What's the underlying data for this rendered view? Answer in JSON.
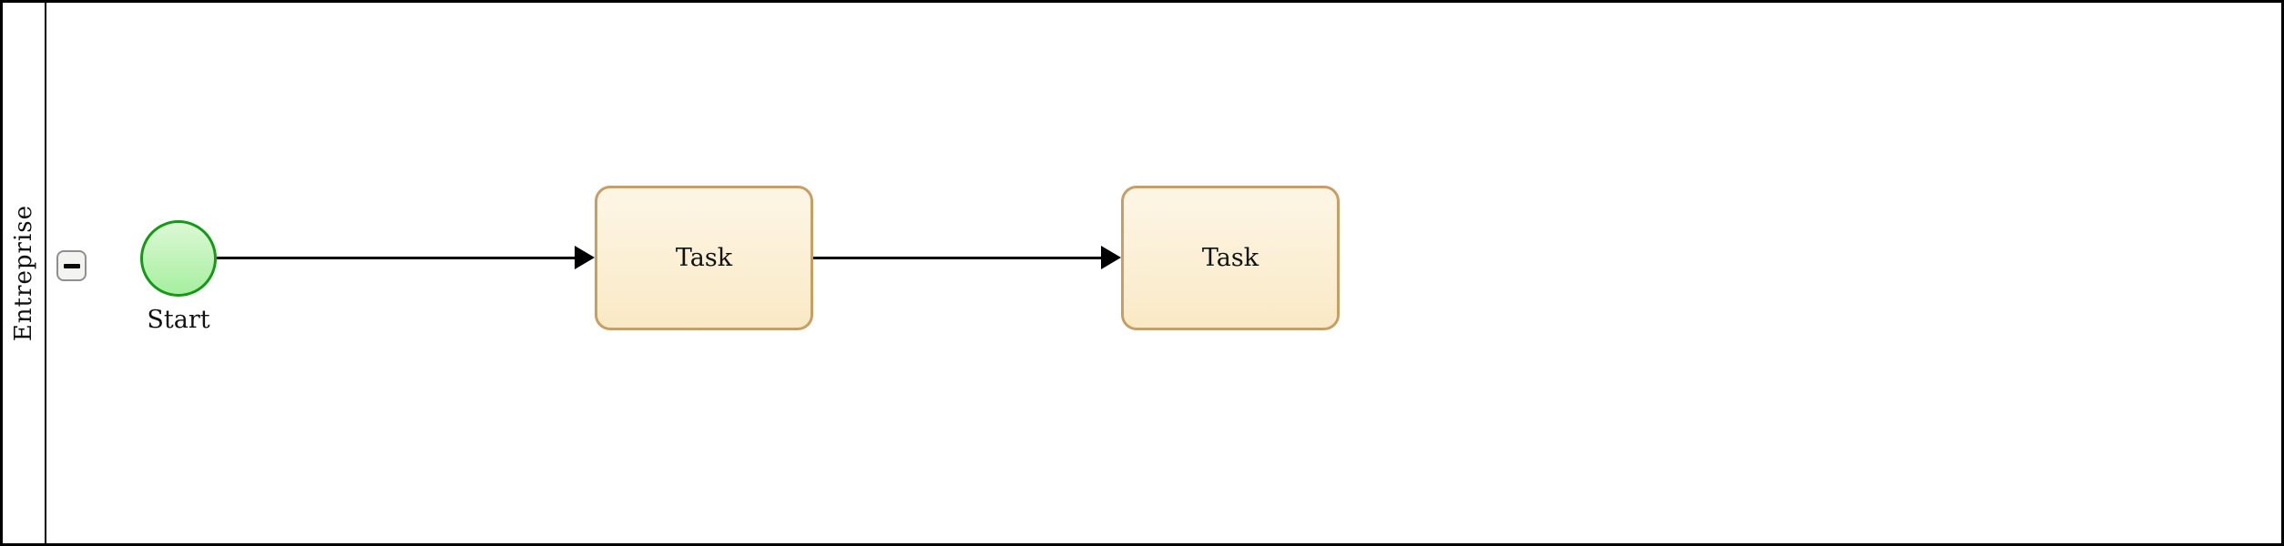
{
  "diagram": {
    "type": "bpmn-process",
    "pool": {
      "label": "Entreprise",
      "collapse_button": {
        "icon": "minus",
        "state": "expanded"
      }
    },
    "nodes": [
      {
        "id": "start",
        "type": "start-event",
        "shape": "circle",
        "label": "Start"
      },
      {
        "id": "task1",
        "type": "task",
        "shape": "rounded-rectangle",
        "label": "Task"
      },
      {
        "id": "task2",
        "type": "task",
        "shape": "rounded-rectangle",
        "label": "Task"
      }
    ],
    "edges": [
      {
        "from": "start",
        "to": "task1",
        "style": "solid-arrow"
      },
      {
        "from": "task1",
        "to": "task2",
        "style": "solid-arrow"
      }
    ],
    "colors": {
      "pool_border": "#000000",
      "lane_divider": "#000000",
      "task_border": "#c89e62",
      "task_fill_top": "#fdf5e4",
      "task_fill_bottom": "#f9e9c5",
      "start_border": "#149a14",
      "start_fill_top": "#dcf8d4",
      "start_fill_bottom": "#a6efa0",
      "button_border": "#8f8f8f",
      "button_fill": "#f3f3f1",
      "label_color": "#111111",
      "edge_color": "#000000"
    }
  }
}
